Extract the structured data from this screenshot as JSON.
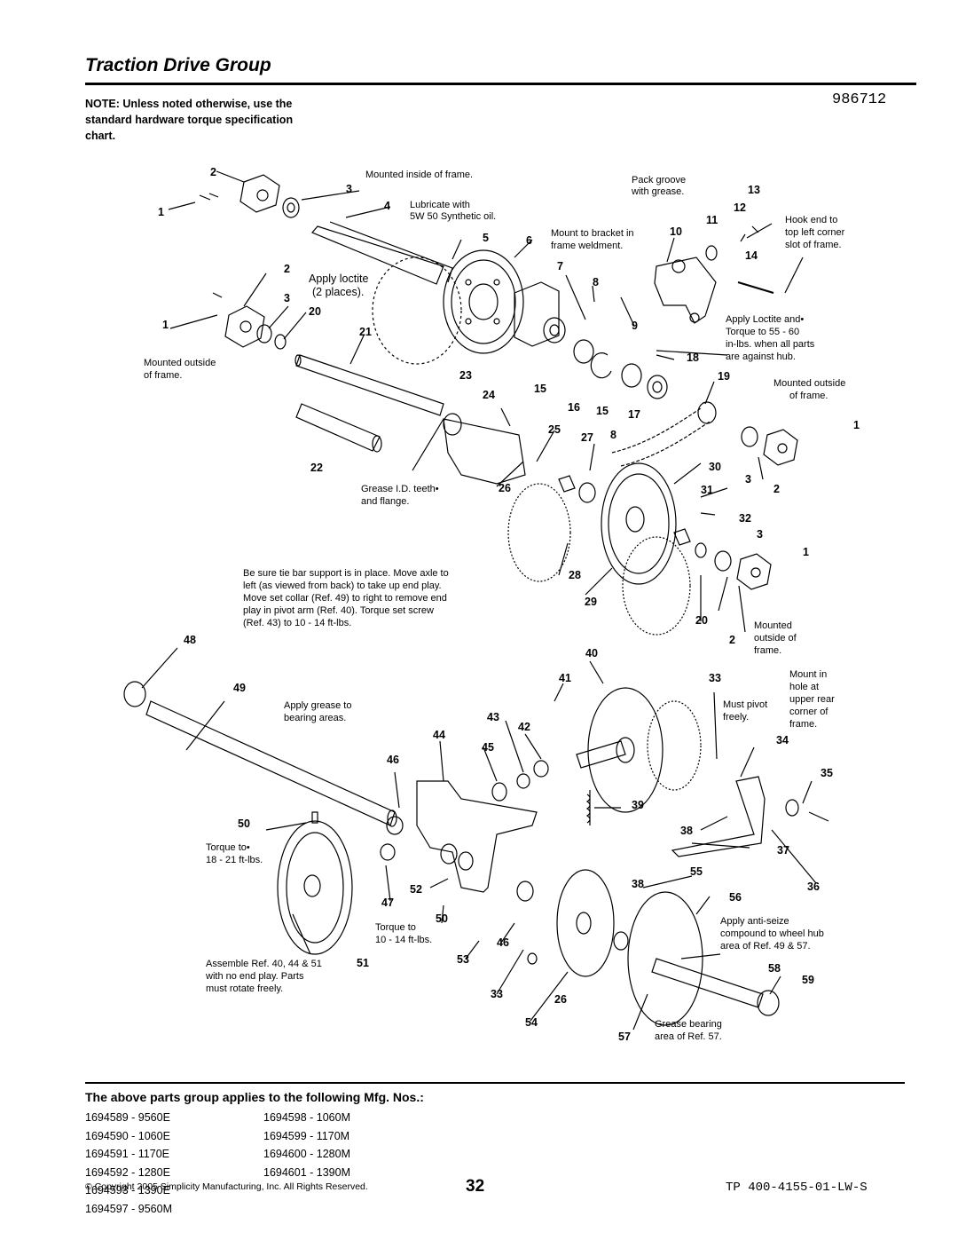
{
  "page": {
    "title": "Traction Drive Group",
    "part_number": "986712",
    "note": "NOTE: Unless noted otherwise, use the standard hardware torque specification chart.",
    "applies_heading": "The above parts group applies to the following Mfg. Nos.:",
    "mfg_left": [
      "1694589 - 9560E",
      "1694590 - 1060E",
      "1694591 - 1170E",
      "1694592 - 1280E",
      "1694593 - 1390E",
      "1694597 - 9560M"
    ],
    "mfg_right": [
      "1694598 - 1060M",
      "1694599 - 1170M",
      "1694600 - 1280M",
      "1694601 - 1390M"
    ],
    "copyright": "© Copyright 2005 Simplicity Manufacturing, Inc. All Rights Reserved.",
    "page_number": "32",
    "doc_ref": "TP 400-4155-01-LW-S"
  },
  "diagram": {
    "annotations": {
      "mounted_inside": "Mounted inside of frame.",
      "lubricate": "Lubricate with",
      "lubricate2": "5W 50 Synthetic oil.",
      "pack_groove": "Pack groove",
      "pack_groove2": "with grease.",
      "mount_bracket": "Mount to bracket in",
      "mount_bracket2": "frame weldment.",
      "hook_end": "Hook end to",
      "hook_end2": "top left corner",
      "hook_end3": "slot of frame.",
      "apply_loctite": "Apply loctite",
      "apply_loctite2": "(2 places).",
      "loctite_torque": "Apply Loctite and•",
      "loctite_torque2": "Torque to 55 - 60",
      "loctite_torque3": "in-lbs. when all parts",
      "loctite_torque4": "are against hub.",
      "mounted_outside_a": "Mounted outside",
      "mounted_outside_a2": "of frame.",
      "mounted_outside_b": "Mounted outside",
      "mounted_outside_b2": "of frame.",
      "grease_id": "Grease I.D. teeth•",
      "grease_id2": "and flange.",
      "tie_bar1": "Be sure tie bar support is in place. Move axle to",
      "tie_bar2": "left (as viewed from back) to take up end play.",
      "tie_bar3": "Move set collar (Ref. 49) to right to remove end",
      "tie_bar4": "play in pivot arm (Ref. 40). Torque set screw",
      "tie_bar5": "(Ref. 43) to 10 - 14 ft-lbs.",
      "mounted_c": "Mounted",
      "mounted_c2": "outside of",
      "mounted_c3": "frame.",
      "apply_grease": "Apply grease to",
      "apply_grease2": "bearing areas.",
      "must_pivot": "Must pivot",
      "must_pivot2": "freely.",
      "mount_hole": "Mount in",
      "mount_hole2": "hole at",
      "mount_hole3": "upper rear",
      "mount_hole4": "corner of",
      "mount_hole5": "frame.",
      "torque_a": "Torque to•",
      "torque_a2": "18 - 21 ft-lbs.",
      "torque_b": "Torque to",
      "torque_b2": "10 - 14 ft-lbs.",
      "assemble": "Assemble Ref. 40, 44 & 51",
      "assemble2": "with no end play. Parts",
      "assemble3": "must rotate freely.",
      "anti_seize": "Apply anti-seize",
      "anti_seize2": "compound to wheel hub",
      "anti_seize3": "area of Ref. 49 & 57.",
      "grease_bearing": "Grease bearing",
      "grease_bearing2": "area of Ref. 57."
    },
    "callouts": [
      "2",
      "3",
      "1",
      "4",
      "5",
      "6",
      "2",
      "3",
      "1",
      "20",
      "21",
      "7",
      "8",
      "9",
      "10",
      "11",
      "12",
      "13",
      "14",
      "18",
      "19",
      "23",
      "24",
      "15",
      "16",
      "15",
      "17",
      "25",
      "27",
      "8",
      "1",
      "22",
      "26",
      "30",
      "3",
      "31",
      "2",
      "32",
      "3",
      "1",
      "28",
      "29",
      "20",
      "2",
      "48",
      "40",
      "41",
      "33",
      "49",
      "43",
      "42",
      "44",
      "45",
      "46",
      "34",
      "35",
      "39",
      "38",
      "50",
      "37",
      "55",
      "38",
      "36",
      "52",
      "56",
      "47",
      "50",
      "46",
      "51",
      "53",
      "58",
      "59",
      "33",
      "26",
      "54",
      "57"
    ]
  }
}
